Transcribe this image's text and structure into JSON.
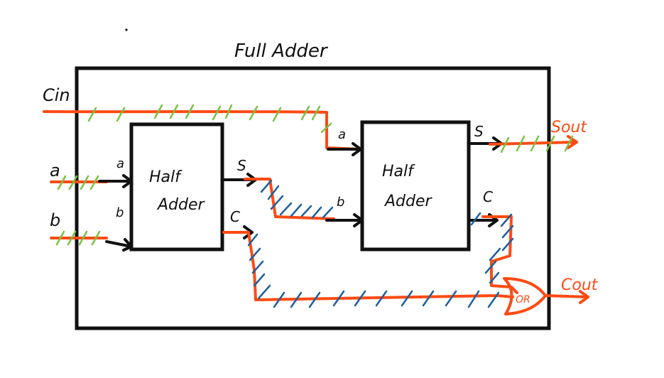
{
  "diagram": {
    "title": "Full Adder",
    "inputs": {
      "cin": "Cin",
      "a": "a",
      "b": "b"
    },
    "half_adder_1": {
      "label_line1": "Half",
      "label_line2": "Adder",
      "in_a": "a",
      "in_b": "b",
      "out_s": "S",
      "out_c": "C"
    },
    "half_adder_2": {
      "label_line1": "Half",
      "label_line2": "Adder",
      "in_a": "a",
      "in_b": "b",
      "out_s": "S",
      "out_c": "C"
    },
    "or_gate": {
      "label": "OR"
    },
    "outputs": {
      "sum": "Sout",
      "carry": "Cout"
    },
    "colors": {
      "box": "#111111",
      "signal_wire": "#ff4a12",
      "hatch_green": "#7ac142",
      "hatch_blue": "#1f5f9c"
    }
  }
}
